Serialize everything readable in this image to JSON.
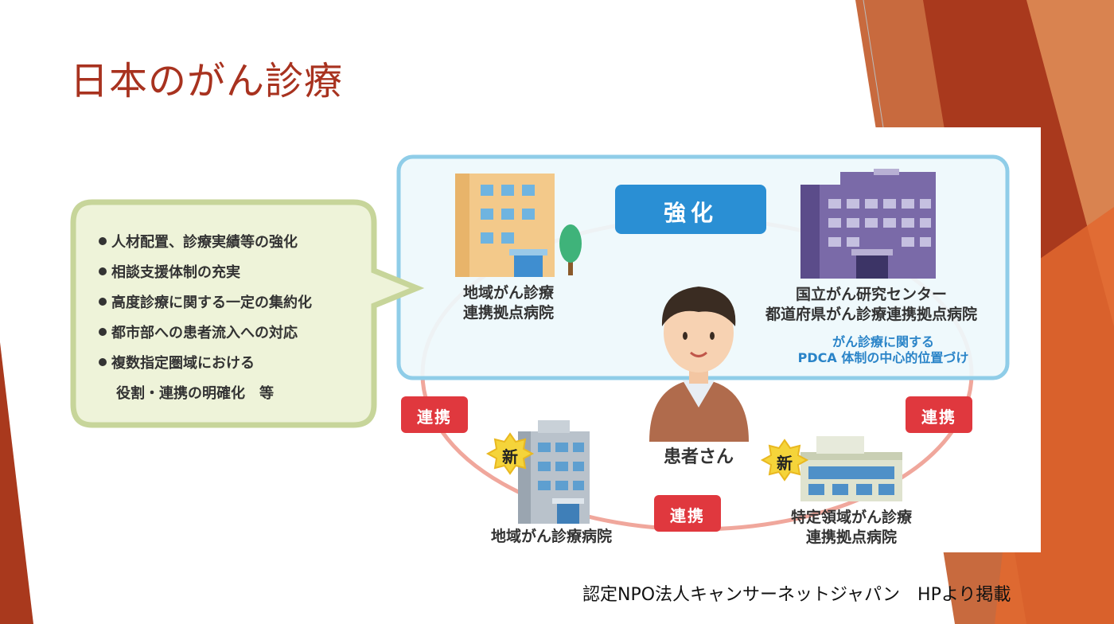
{
  "slide": {
    "title": "日本のがん診療",
    "credit": "認定NPO法人キャンサーネットジャパン　HPより掲載"
  },
  "diagram": {
    "strengthen_label": "強化",
    "bullets": [
      "人材配置、診療実績等の強化",
      "相談支援体制の充実",
      "高度診療に関する一定の集約化",
      "都市部への患者流入への対応",
      "複数指定圏域における"
    ],
    "bullet_continuation": "役割・連携の明確化　等",
    "hospital_regional_hub": [
      "地域がん診療",
      "連携拠点病院"
    ],
    "hospital_national": [
      "国立がん研究センター",
      "都道府県がん診療連携拠点病院"
    ],
    "national_note": [
      "がん診療に関する",
      "PDCA 体制の中心的位置づけ"
    ],
    "patient_label": "患者さん",
    "hospital_regional": "地域がん診療病院",
    "hospital_specific": [
      "特定領域がん診療",
      "連携拠点病院"
    ],
    "link_label": "連携",
    "new_label": "新"
  },
  "colors": {
    "title": "#a8321f",
    "accent_orange": "#c9582c",
    "box_border": "#8fcde8",
    "box_fill": "#eef8fc",
    "bubble_fill": "#eef3d9",
    "bubble_border": "#c7d59a",
    "link_red": "#e0383e",
    "strengthen_blue": "#2a8fd4"
  }
}
